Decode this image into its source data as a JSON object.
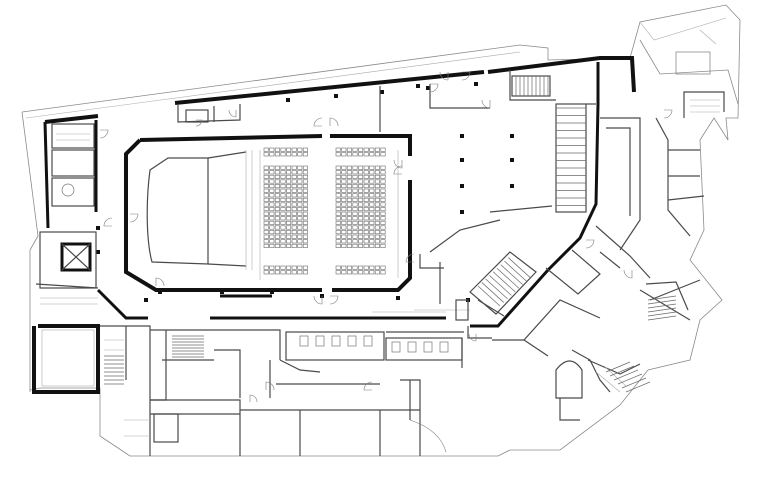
{
  "diagram": {
    "kind": "architectural floor plan",
    "spaces": [
      {
        "id": "auditorium"
      },
      {
        "id": "stage"
      },
      {
        "id": "foyer"
      },
      {
        "id": "main-stair"
      },
      {
        "id": "secondary-stair"
      },
      {
        "id": "restrooms"
      },
      {
        "id": "back-of-house-rooms"
      },
      {
        "id": "east-wing-rooms"
      },
      {
        "id": "north-annex"
      },
      {
        "id": "lift-core"
      }
    ],
    "colors": {
      "wall_heavy": "#111111",
      "wall_light": "#8a8a8a",
      "background": "#ffffff"
    }
  }
}
